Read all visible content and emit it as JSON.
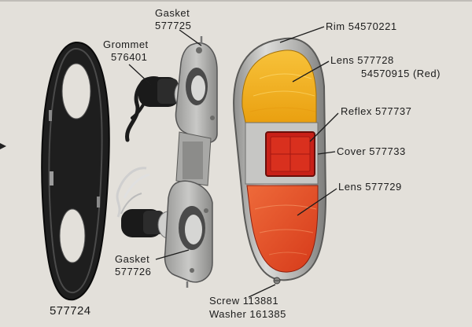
{
  "labels": {
    "gasket_top": {
      "name": "Gasket",
      "part": "577725"
    },
    "grommet": {
      "name": "Grommet",
      "part": "576401"
    },
    "rim": {
      "text": "Rim 54570221"
    },
    "lens_amber": {
      "text": "Lens 577728",
      "alt": "54570915 (Red)"
    },
    "reflex": {
      "text": "Reflex 577737"
    },
    "cover": {
      "text": "Cover 577733"
    },
    "lens_red": {
      "text": "Lens 577729"
    },
    "gasket_bottom": {
      "name": "Gasket",
      "part": "577726"
    },
    "plate": {
      "part": "577724"
    },
    "screw": {
      "text": "Screw 113881"
    },
    "washer": {
      "text": "Washer 161385"
    }
  },
  "colors": {
    "background": "#e3e0da",
    "amber": "#f4b21a",
    "red_lens": "#e6502a",
    "reflex_red": "#c82018",
    "chrome": "#b7b7b5",
    "rubber": "#1e1e1e"
  }
}
